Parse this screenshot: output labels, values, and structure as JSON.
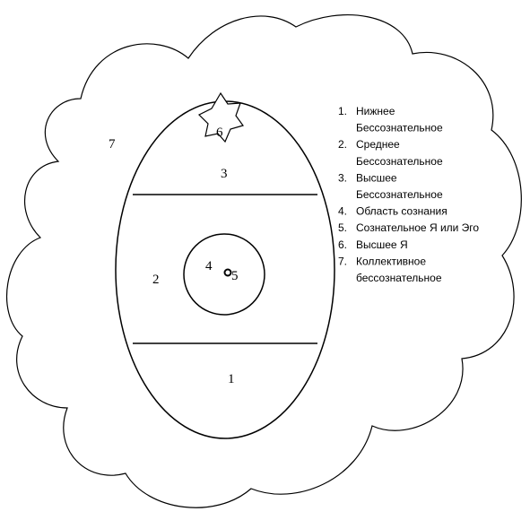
{
  "labels": {
    "l1": "1",
    "l2": "2",
    "l3": "3",
    "l4": "4",
    "l5": "5",
    "l6": "6",
    "l7": "7"
  },
  "legend": [
    {
      "num": "1.",
      "lines": [
        "Нижнее",
        "Бессознательное"
      ]
    },
    {
      "num": "2.",
      "lines": [
        "Среднее",
        "Бессознательное"
      ]
    },
    {
      "num": "3.",
      "lines": [
        "Высшее",
        "Бессознательное"
      ]
    },
    {
      "num": "4.",
      "lines": [
        "Область сознания"
      ]
    },
    {
      "num": "5.",
      "lines": [
        "Сознательное Я или Эго"
      ]
    },
    {
      "num": "6.",
      "lines": [
        "Высшее Я"
      ]
    },
    {
      "num": "7.",
      "lines": [
        "Коллективное",
        "бессознательное"
      ]
    }
  ]
}
